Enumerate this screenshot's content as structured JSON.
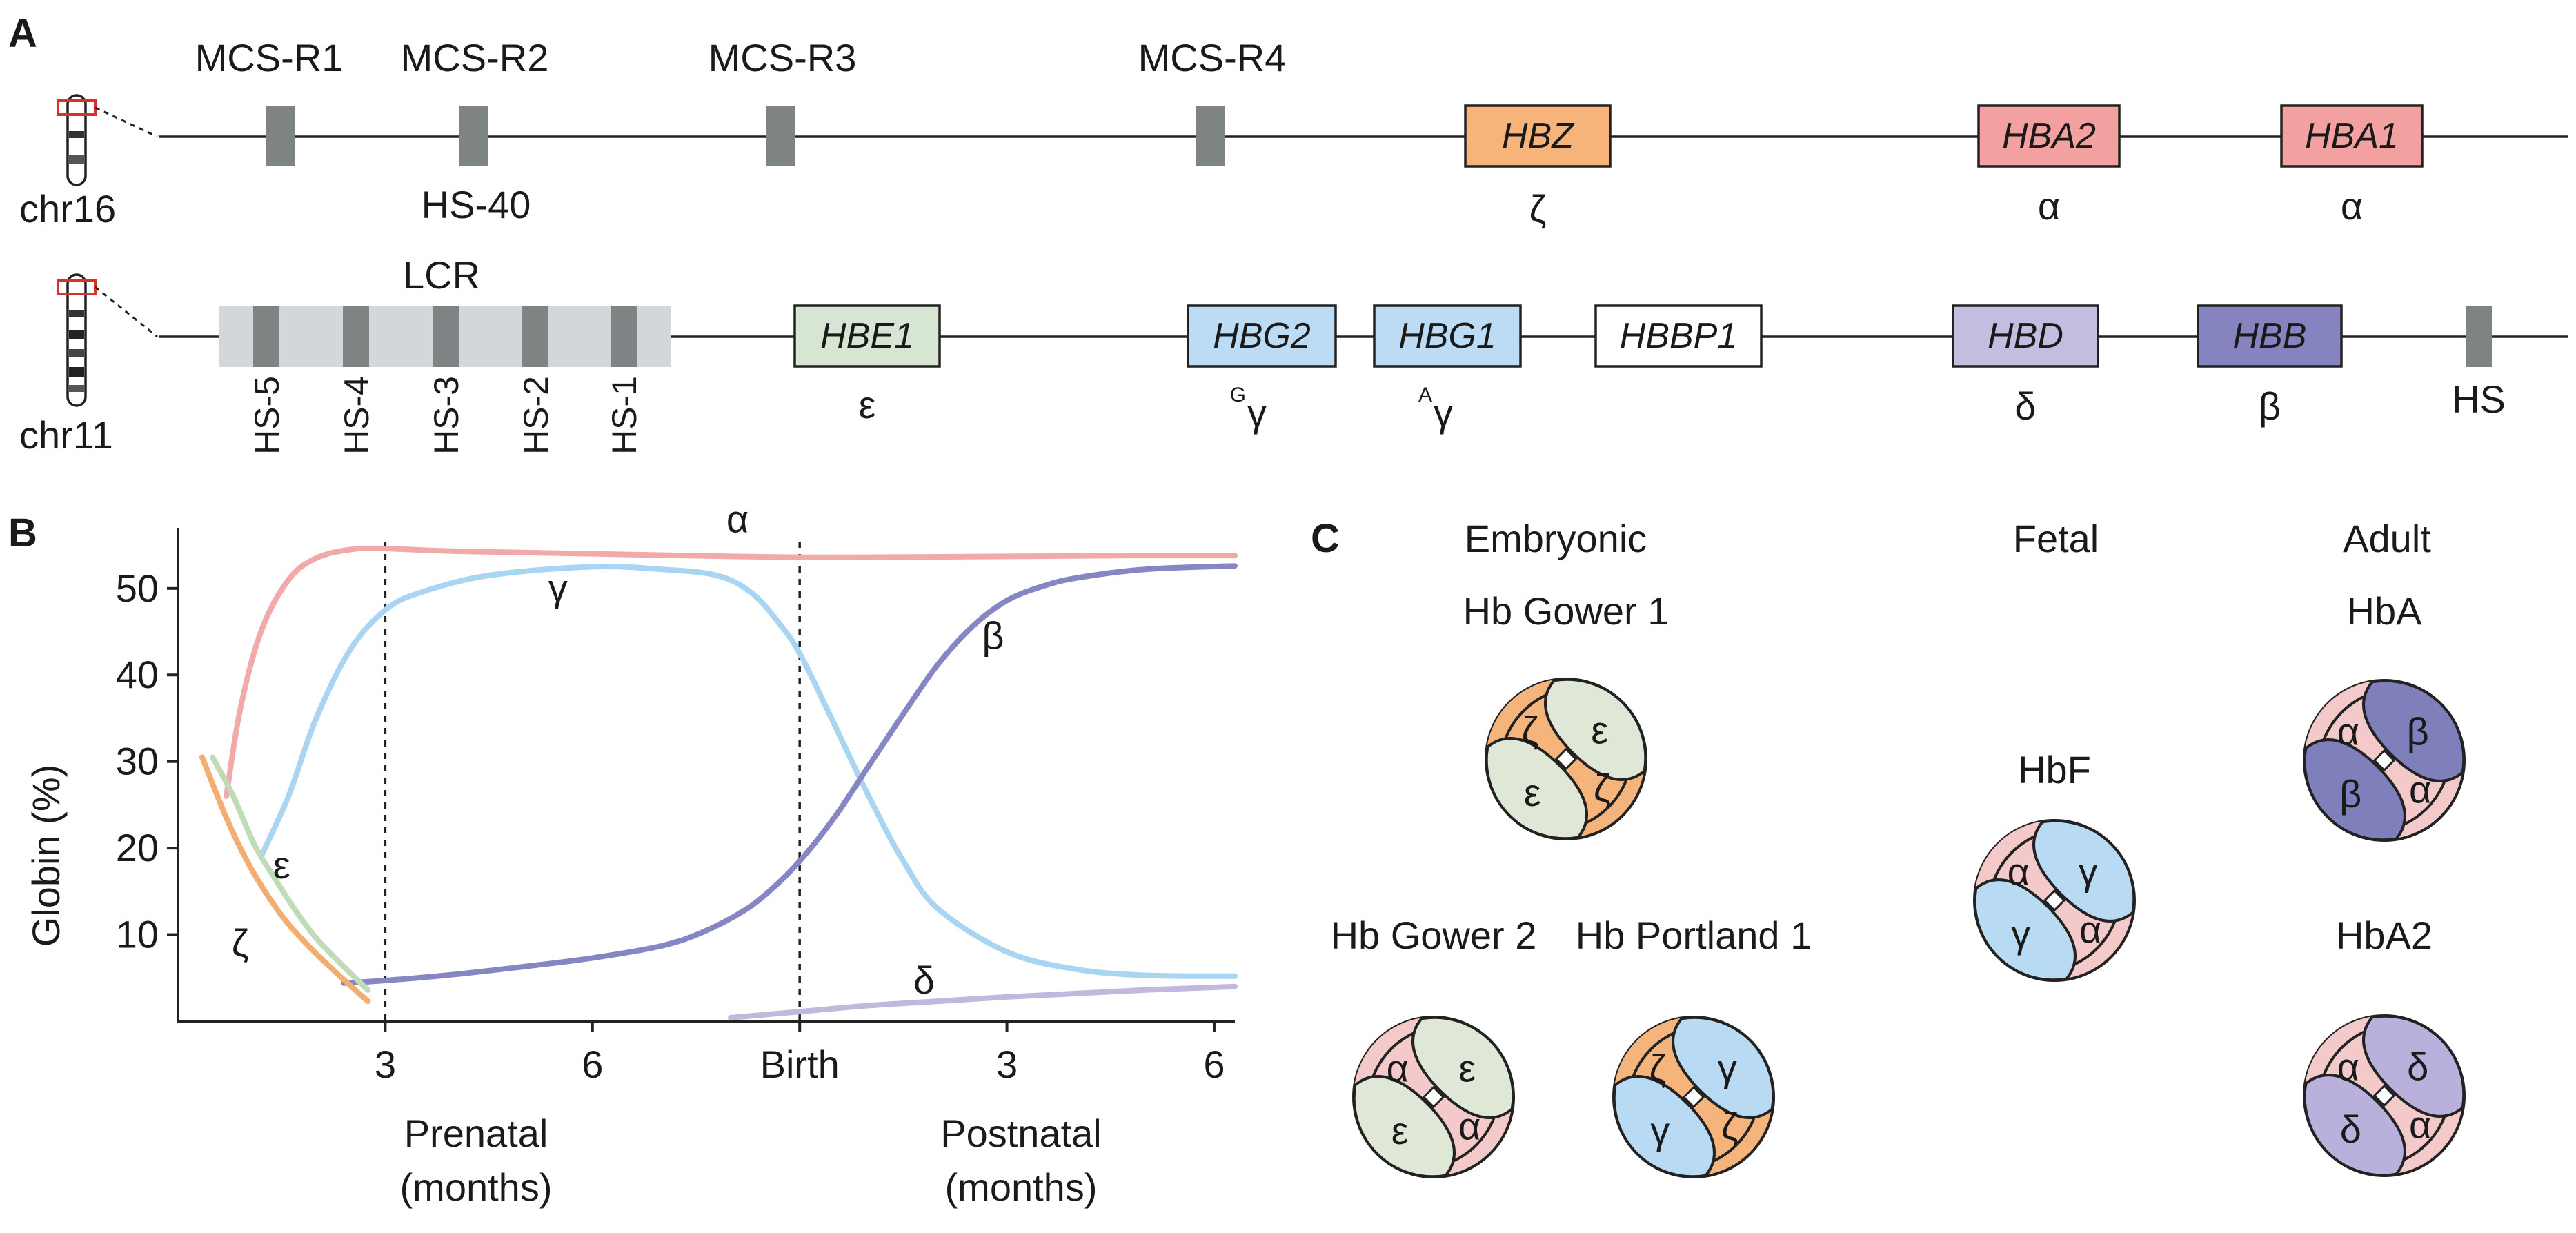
{
  "colors": {
    "zeta": "#f4b47c",
    "epsilon": "#dfe8d6",
    "gamma": "#b9daf3",
    "alpha": "#f3c9c9",
    "beta": "#7f7fbc",
    "delta": "#b9b1db",
    "hbz_box": "#f6b37a",
    "hba_box": "#f2a0a0",
    "hbe_box": "#d7e6d2",
    "hbg_box": "#bcdcf5",
    "hbbp_box": "#ffffff",
    "hbd_box": "#c3bde0",
    "hbb_box": "#8584c0",
    "lcr_band": "#d3d7d9",
    "block": "#7e8384",
    "curve_alpha": "#f2a9a9",
    "curve_gamma": "#a9d4f2",
    "curve_beta": "#8686c4",
    "curve_delta": "#c0b8dd",
    "curve_zeta": "#f4ad70",
    "curve_epsilon": "#bfdcb6",
    "chromosome_marker": "#d9302a"
  },
  "panelA": {
    "letter": "A",
    "chr16": {
      "label": "chr16",
      "mcs_labels": [
        "MCS-R1",
        "MCS-R2",
        "MCS-R3",
        "MCS-R4"
      ],
      "hs40_label": "HS-40",
      "genes": [
        {
          "name": "HBZ",
          "subunit": "ζ"
        },
        {
          "name": "HBA2",
          "subunit": "α"
        },
        {
          "name": "HBA1",
          "subunit": "α"
        }
      ]
    },
    "chr11": {
      "label": "chr11",
      "lcr_label": "LCR",
      "hs_sites": [
        "HS-5",
        "HS-4",
        "HS-3",
        "HS-2",
        "HS-1"
      ],
      "genes": [
        {
          "name": "HBE1",
          "subunit": "ε",
          "sup": ""
        },
        {
          "name": "HBG2",
          "subunit": "γ",
          "sup": "G"
        },
        {
          "name": "HBG1",
          "subunit": "γ",
          "sup": "A"
        },
        {
          "name": "HBBP1",
          "subunit": "",
          "sup": ""
        },
        {
          "name": "HBD",
          "subunit": "δ",
          "sup": ""
        },
        {
          "name": "HBB",
          "subunit": "β",
          "sup": ""
        }
      ],
      "hs3prime_label": "HS"
    }
  },
  "panelB": {
    "letter": "B",
    "chart_data": {
      "type": "line",
      "ylabel": "Globin (%)",
      "xlabel_left": "Prenatal",
      "xlabel_left_unit": "(months)",
      "xlabel_right": "Postnatal",
      "xlabel_right_unit": "(months)",
      "x_ticks": [
        "3",
        "6",
        "Birth",
        "3",
        "6"
      ],
      "x_tick_months": [
        3,
        6,
        9,
        12,
        15
      ],
      "xlim": [
        0,
        15.3
      ],
      "y_ticks": [
        10,
        20,
        30,
        40,
        50
      ],
      "ylim": [
        0,
        57
      ],
      "vlines_months": [
        3,
        9
      ],
      "series": [
        {
          "name": "α",
          "color_key": "curve_alpha",
          "x": [
            0.7,
            0.9,
            1.2,
            1.6,
            2.0,
            2.5,
            3.0,
            4.0,
            6.0,
            8.0,
            9.0,
            10.0,
            12.0,
            14.0,
            15.3
          ],
          "y": [
            26,
            36,
            45,
            51,
            53.5,
            54.5,
            54.6,
            54.3,
            54.0,
            53.7,
            53.6,
            53.6,
            53.7,
            53.8,
            53.8
          ]
        },
        {
          "name": "γ",
          "color_key": "curve_gamma",
          "x": [
            1.2,
            1.6,
            2.0,
            2.5,
            3.0,
            3.5,
            4.5,
            6.0,
            7.0,
            7.8,
            8.3,
            8.7,
            9.0,
            9.4,
            10.0,
            10.5,
            11.0,
            12.0,
            13.0,
            14.0,
            15.3
          ],
          "y": [
            19,
            26,
            35,
            43,
            47.5,
            49.5,
            51.5,
            52.5,
            52.2,
            51.5,
            49.5,
            46,
            42.5,
            36,
            26,
            18.5,
            13,
            8,
            6,
            5.3,
            5.2
          ]
        },
        {
          "name": "β",
          "color_key": "curve_beta",
          "x": [
            2.4,
            3.0,
            4.0,
            5.0,
            6.0,
            7.0,
            7.6,
            8.2,
            8.6,
            9.0,
            9.5,
            10.0,
            10.5,
            11.0,
            11.5,
            12.0,
            12.5,
            13.0,
            14.0,
            15.3
          ],
          "y": [
            4.4,
            4.7,
            5.4,
            6.3,
            7.3,
            8.7,
            10.3,
            12.8,
            15.3,
            18.5,
            23.5,
            29.5,
            35.5,
            41.2,
            45.6,
            48.6,
            50.2,
            51.2,
            52.2,
            52.6
          ]
        },
        {
          "name": "δ",
          "color_key": "curve_delta",
          "x": [
            8.0,
            9.0,
            10.0,
            11.0,
            12.0,
            13.0,
            14.0,
            15.3
          ],
          "y": [
            0.4,
            1.1,
            1.8,
            2.3,
            2.8,
            3.2,
            3.6,
            4.0
          ]
        },
        {
          "name": "ζ",
          "color_key": "curve_zeta",
          "x": [
            0.35,
            0.7,
            1.0,
            1.3,
            1.6,
            2.0,
            2.4,
            2.75
          ],
          "y": [
            30.5,
            23.5,
            18.5,
            14.5,
            11.2,
            7.8,
            4.8,
            2.3
          ]
        },
        {
          "name": "ε",
          "color_key": "curve_epsilon",
          "x": [
            0.5,
            0.8,
            1.1,
            1.4,
            1.7,
            2.0,
            2.4,
            2.75
          ],
          "y": [
            30.5,
            26,
            20.5,
            16.5,
            12.8,
            9.6,
            6.3,
            3.6
          ]
        }
      ],
      "curve_labels": [
        {
          "text": "α",
          "mx": 8.1,
          "my": 56.5
        },
        {
          "text": "γ",
          "mx": 5.5,
          "my": 48.5
        },
        {
          "text": "β",
          "mx": 11.8,
          "my": 43.0
        },
        {
          "text": "δ",
          "mx": 10.8,
          "my": 3.2
        },
        {
          "text": "ε",
          "mx": 1.5,
          "my": 16.5
        },
        {
          "text": "ζ",
          "mx": 0.9,
          "my": 7.5
        }
      ]
    }
  },
  "panelC": {
    "letter": "C",
    "columns": [
      "Embryonic",
      "Fetal",
      "Adult"
    ],
    "tetramers": [
      {
        "name": "Hb Gower 1",
        "tl": "zeta",
        "tr": "epsilon",
        "bl": "epsilon",
        "br": "zeta",
        "tl_sym": "ζ",
        "tr_sym": "ε",
        "bl_sym": "ε",
        "br_sym": "ζ"
      },
      {
        "name": "Hb Gower 2",
        "tl": "alpha",
        "tr": "epsilon",
        "bl": "epsilon",
        "br": "alpha",
        "tl_sym": "α",
        "tr_sym": "ε",
        "bl_sym": "ε",
        "br_sym": "α"
      },
      {
        "name": "Hb Portland 1",
        "tl": "zeta",
        "tr": "gamma",
        "bl": "gamma",
        "br": "zeta",
        "tl_sym": "ζ",
        "tr_sym": "γ",
        "bl_sym": "γ",
        "br_sym": "ζ"
      },
      {
        "name": "HbF",
        "tl": "alpha",
        "tr": "gamma",
        "bl": "gamma",
        "br": "alpha",
        "tl_sym": "α",
        "tr_sym": "γ",
        "bl_sym": "γ",
        "br_sym": "α"
      },
      {
        "name": "HbA",
        "tl": "alpha",
        "tr": "beta",
        "bl": "beta",
        "br": "alpha",
        "tl_sym": "α",
        "tr_sym": "β",
        "bl_sym": "β",
        "br_sym": "α"
      },
      {
        "name": "HbA2",
        "tl": "alpha",
        "tr": "delta",
        "bl": "delta",
        "br": "alpha",
        "tl_sym": "α",
        "tr_sym": "δ",
        "bl_sym": "δ",
        "br_sym": "α"
      }
    ]
  }
}
